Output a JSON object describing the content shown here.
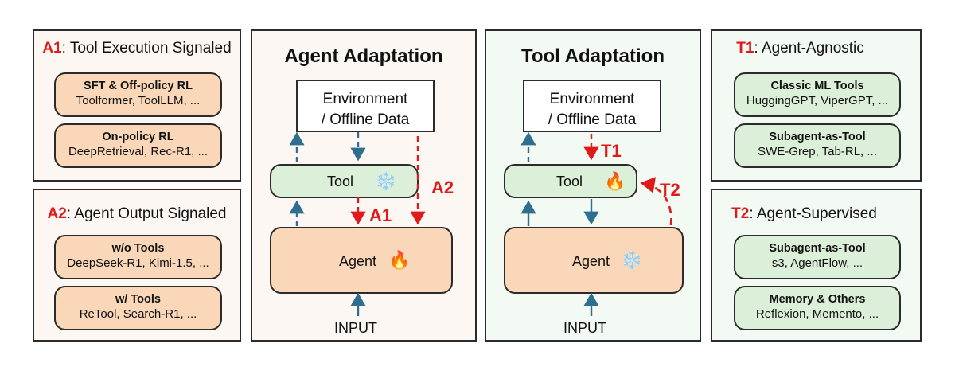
{
  "a1_panel": {
    "key": "A1",
    "title": ": Tool Execution Signaled",
    "items": [
      {
        "title": "SFT & Off-policy RL",
        "subtitle": "Toolformer, ToolLLM, ..."
      },
      {
        "title": "On-policy RL",
        "subtitle": "DeepRetrieval, Rec-R1, ..."
      }
    ]
  },
  "a2_panel": {
    "key": "A2",
    "title": ": Agent Output Signaled",
    "items": [
      {
        "title": "w/o Tools",
        "subtitle": "DeepSeek-R1, Kimi-1.5, ..."
      },
      {
        "title": "w/ Tools",
        "subtitle": "ReTool, Search-R1, ..."
      }
    ]
  },
  "agent_adaptation": {
    "title": "Agent Adaptation",
    "environment": {
      "line1": "Environment",
      "line2": "/ Offline Data"
    },
    "tool_label": "Tool",
    "tool_state_icon": "snowflake-icon",
    "agent_label": "Agent",
    "agent_state_icon": "fire-icon",
    "input_label": "INPUT",
    "arrow_labels": {
      "a1": "A1",
      "a2": "A2"
    }
  },
  "tool_adaptation": {
    "title": "Tool Adaptation",
    "environment": {
      "line1": "Environment",
      "line2": "/ Offline Data"
    },
    "tool_label": "Tool",
    "tool_state_icon": "fire-icon",
    "agent_label": "Agent",
    "agent_state_icon": "snowflake-icon",
    "input_label": "INPUT",
    "arrow_labels": {
      "t1": "T1",
      "t2": "T2"
    }
  },
  "t1_panel": {
    "key": "T1",
    "title": ": Agent-Agnostic",
    "items": [
      {
        "title": "Classic ML Tools",
        "subtitle": "HuggingGPT, ViperGPT, ..."
      },
      {
        "title": "Subagent-as-Tool",
        "subtitle": "SWE-Grep, Tab-RL, ..."
      }
    ]
  },
  "t2_panel": {
    "key": "T2",
    "title": ": Agent-Supervised",
    "items": [
      {
        "title": "Subagent-as-Tool",
        "subtitle": "s3, AgentFlow, ..."
      },
      {
        "title": "Memory & Others",
        "subtitle": "Reflexion, Memento, ..."
      }
    ]
  },
  "colors": {
    "accent_red": "#e0191b",
    "arrow_blue": "#2e6e8e",
    "peach_fill": "#fad7b8",
    "mint_fill": "#dcefd8"
  }
}
